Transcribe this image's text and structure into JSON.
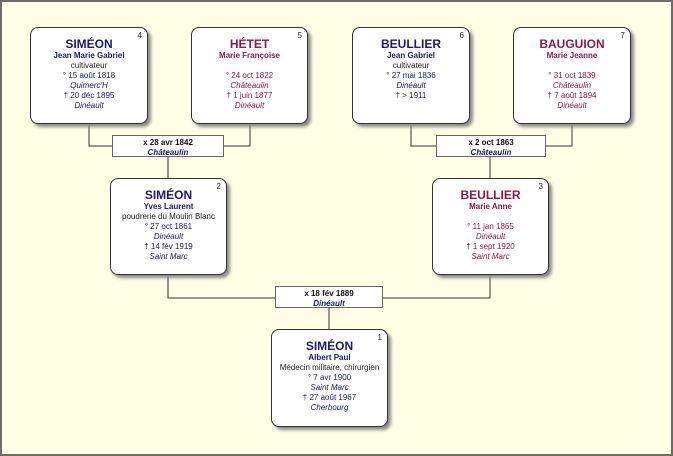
{
  "people": {
    "p4": {
      "number": "4",
      "surname": "SIMÉON",
      "given": "Jean Marie Gabriel",
      "occupation": "cultivateur",
      "birth": "° 15 août 1818",
      "birth_place": "Quimerc'H",
      "death": "† 20 déc 1895",
      "death_place": "Dinéault"
    },
    "p5": {
      "number": "5",
      "surname": "HÉTET",
      "given": "Marie Françoise",
      "birth": "° 24 oct 1822",
      "birth_place": "Châteaulin",
      "death": "† 1 juin 1877",
      "death_place": "Dinéault"
    },
    "p6": {
      "number": "6",
      "surname": "BEULLIER",
      "given": "Jean Gabriel",
      "occupation": "cultivateur",
      "birth": "° 27 mai 1836",
      "birth_place": "Dinéault",
      "death": "† > 1911"
    },
    "p7": {
      "number": "7",
      "surname": "BAUGUION",
      "given": "Marie Jeanne",
      "birth": "° 31 oct 1839",
      "birth_place": "Châteaulin",
      "death": "† 7 août 1894",
      "death_place": "Dinéault"
    },
    "p2": {
      "number": "2",
      "surname": "SIMÉON",
      "given": "Yves Laurent",
      "occupation": "poudrerie du Moulin Blanc",
      "birth": "° 27 oct 1861",
      "birth_place": "Dinéault",
      "death": "† 14 fév 1919",
      "death_place": "Saint Marc"
    },
    "p3": {
      "number": "3",
      "surname": "BEULLIER",
      "given": "Marie Anne",
      "birth": "° 11 jan 1865",
      "birth_place": "Dinéault",
      "death": "† 1 sept 1920",
      "death_place": "Saint Marc"
    },
    "p1": {
      "number": "1",
      "surname": "SIMÉON",
      "given": "Albert Paul",
      "occupation": "Médecin militaire, chirurgien",
      "birth": "° 7 avr 1900",
      "birth_place": "Saint Marc",
      "death": "† 27 août 1967",
      "death_place": "Cherbourg"
    }
  },
  "marriages": {
    "m45": {
      "date": "x 28 avr 1842",
      "place": "Châteaulin"
    },
    "m67": {
      "date": "x 2 oct 1863",
      "place": "Châteaulin"
    },
    "m23": {
      "date": "x 18 fév 1889",
      "place": "Dinéault"
    }
  }
}
